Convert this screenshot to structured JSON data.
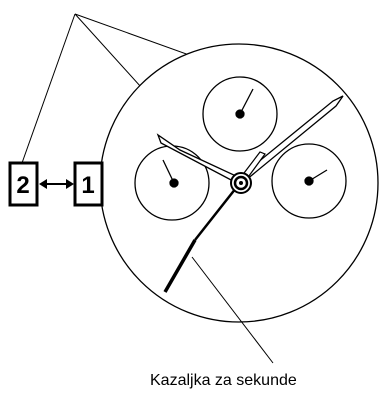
{
  "labels": {
    "mode_left": "2",
    "mode_right": "1",
    "caption": "Kazaljka za sekunde"
  }
}
